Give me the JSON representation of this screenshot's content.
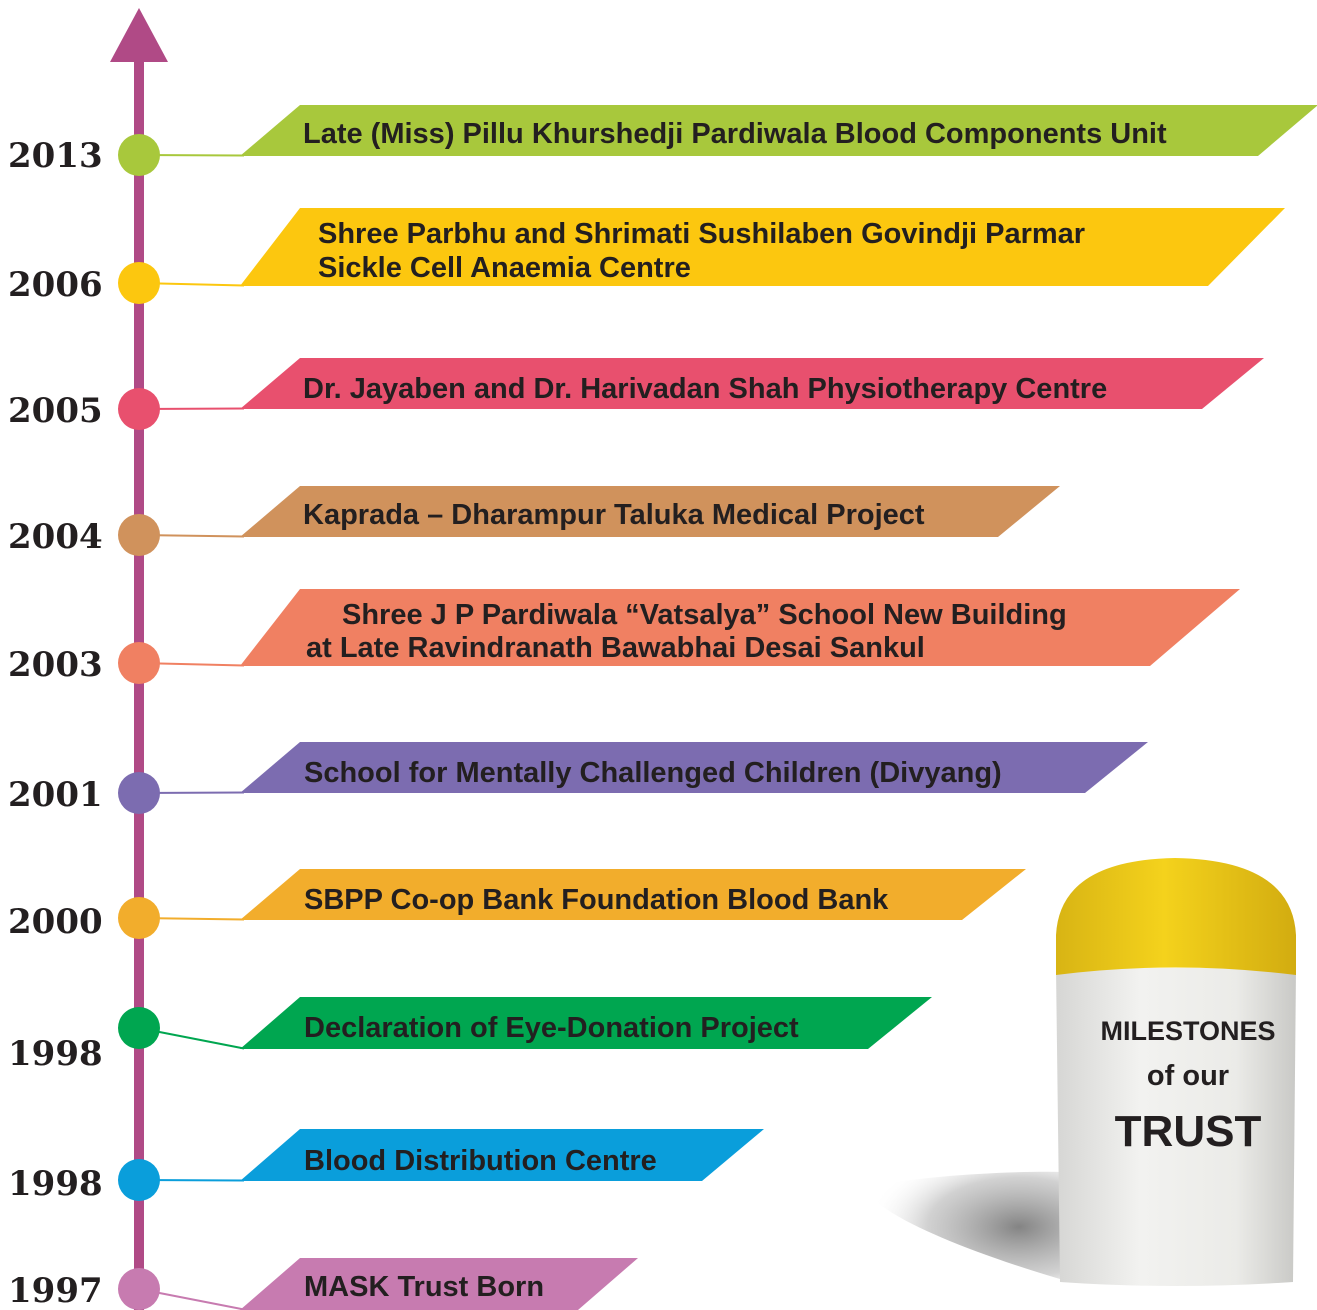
{
  "colors": {
    "axis": "#b04a86",
    "text_dark": "#231f20",
    "stone_top": "#e8c41a",
    "stone_body": "#ececec"
  },
  "milestones": [
    {
      "year": "2013",
      "lines": [
        "Late (Miss) Pillu Khurshedji Pardiwala Blood Components Unit"
      ],
      "color": "#a8c83c"
    },
    {
      "year": "2006",
      "lines": [
        "Shree Parbhu and Shrimati Sushilaben Govindji Parmar",
        "Sickle Cell Anaemia Centre"
      ],
      "color": "#fcc70f"
    },
    {
      "year": "2005",
      "lines": [
        "Dr. Jayaben and Dr. Harivadan Shah Physiotherapy Centre"
      ],
      "color": "#e8506e"
    },
    {
      "year": "2004",
      "lines": [
        "Kaprada – Dharampur Taluka Medical Project"
      ],
      "color": "#d0925c"
    },
    {
      "year": "2003",
      "lines": [
        "Shree J P Pardiwala “Vatsalya” School New Building",
        "at Late Ravindranath Bawabhai Desai Sankul"
      ],
      "color": "#f08062"
    },
    {
      "year": "2001",
      "lines": [
        "School for Mentally Challenged Children (Divyang)"
      ],
      "color": "#7c6cb0"
    },
    {
      "year": "2000",
      "lines": [
        "SBPP Co-op Bank Foundation Blood Bank"
      ],
      "color": "#f2ad2c"
    },
    {
      "year": "1998",
      "lines": [
        "Declaration of Eye-Donation Project"
      ],
      "color": "#00a650"
    },
    {
      "year": "1998",
      "lines": [
        "Blood Distribution Centre"
      ],
      "color": "#0a9edb"
    },
    {
      "year": "1997",
      "lines": [
        "MASK Trust Born"
      ],
      "color": "#c77bb0"
    }
  ],
  "stone": {
    "line1": "MILESTONES",
    "line2": "of our",
    "line3": "TRUST"
  }
}
